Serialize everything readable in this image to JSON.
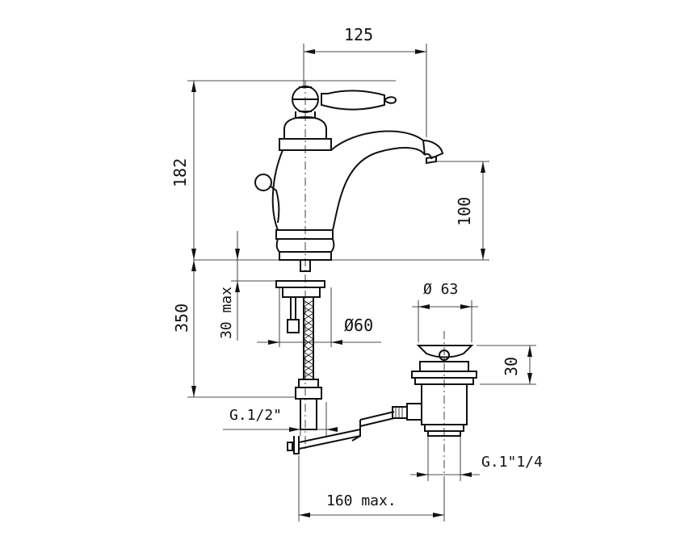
{
  "dimensions": {
    "width_top": "125",
    "height_total": "182",
    "spout_height": "100",
    "shank_length": "350",
    "deck_max": "30 max",
    "hole_diameter": "Ø60",
    "inlet_thread": "G.1/2\"",
    "waste_diameter": "Ø 63",
    "waste_height": "30",
    "waste_thread": "G.1\"1/4",
    "rod_length": "160 max."
  }
}
